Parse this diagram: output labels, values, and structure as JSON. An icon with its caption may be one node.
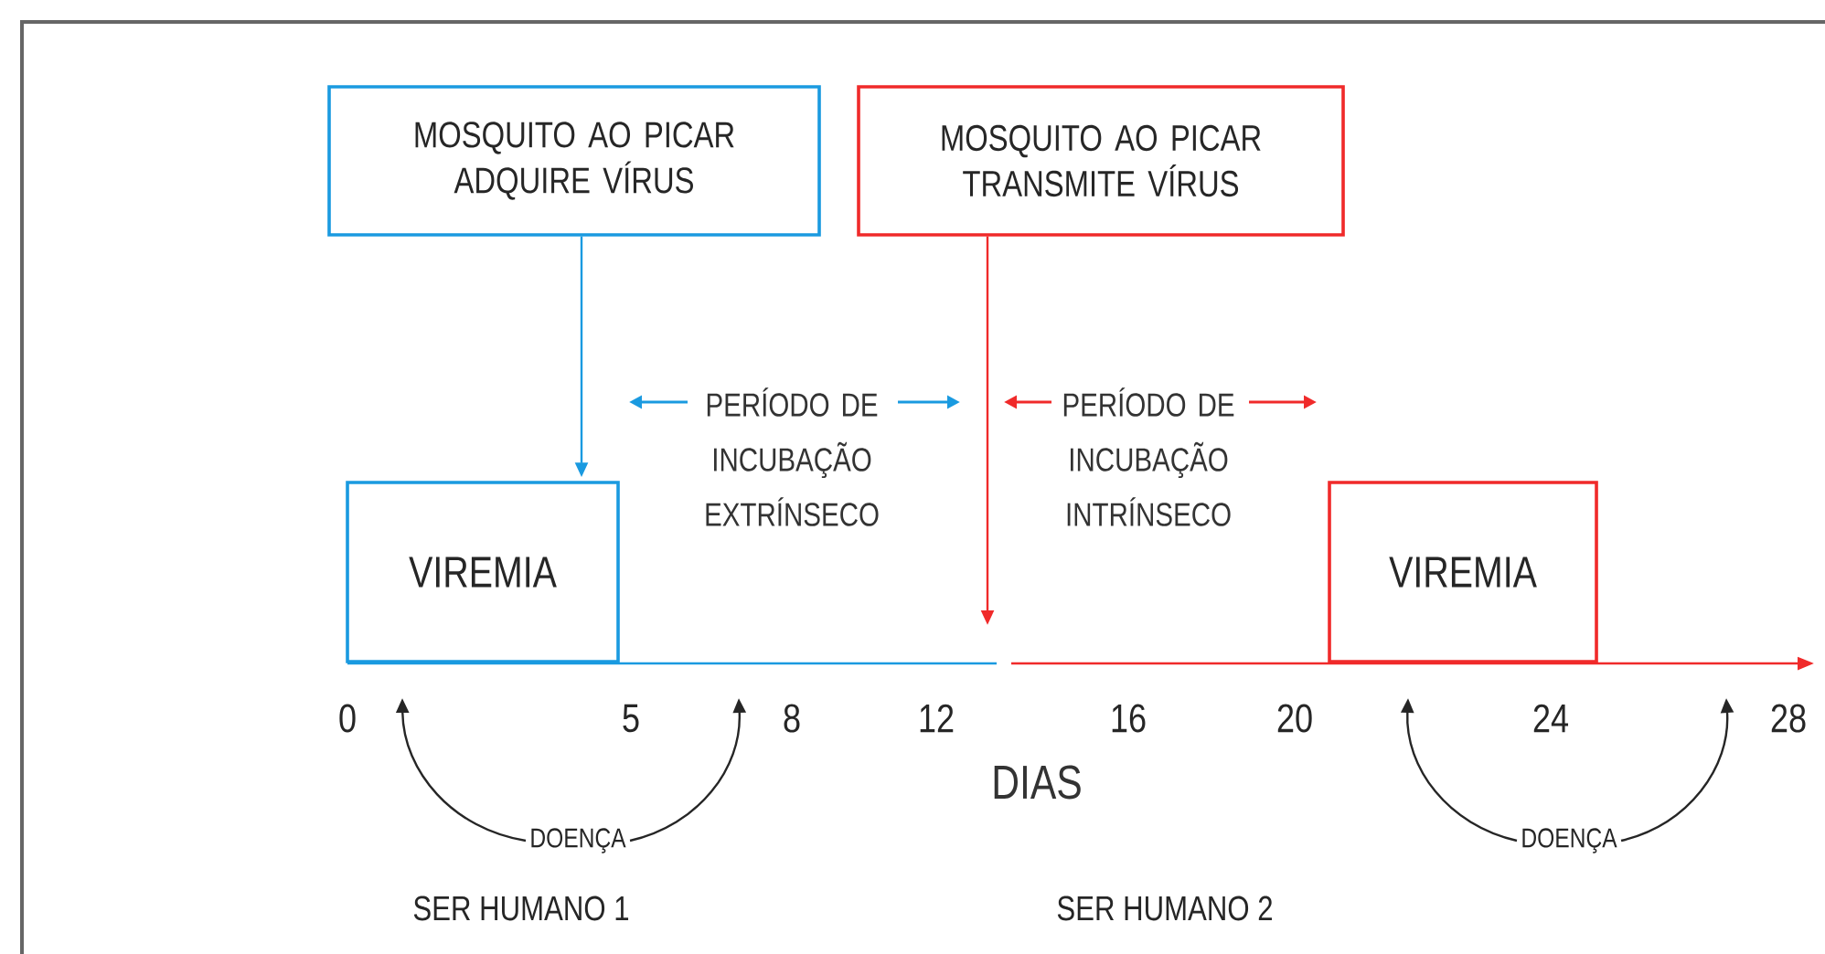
{
  "diagram": {
    "nodes": [
      {
        "text": [
          "MOSQUITO AO PICAR ADQUIRE VÍRUS"
        ]
      },
      {
        "text": [
          "MOSQUITO AO PICAR TRANSMITE VÍRUS"
        ]
      },
      {
        "text": [
          "VIREMIA"
        ]
      },
      {
        "text": [
          "VIREMIA"
        ]
      },
      {
        "text": [
          "DOENÇA"
        ]
      },
      {
        "text": [
          "DOENÇA"
        ]
      }
    ],
    "edges": [
      {
        "from": 0,
        "to": 2,
        "arrow": "to",
        "color": "#1a9ae0"
      },
      {
        "from": 1,
        "to": null,
        "arrow": "to",
        "color": "#f02a2a"
      },
      {
        "from": 4,
        "to": null,
        "arrow": "to"
      },
      {
        "from": 4,
        "to": null,
        "arrow": "to"
      },
      {
        "from": 5,
        "to": null,
        "arrow": "to"
      },
      {
        "from": 5,
        "to": null,
        "arrow": "to"
      }
    ],
    "labels": [
      "PERÍODO DE INCUBAÇÃO EXTRÍNSECO",
      "PERÍODO DE INCUBAÇÃO INTRÍNSECO",
      "0",
      "5",
      "8",
      "12",
      "16",
      "20",
      "24",
      "28",
      "DIAS",
      "SER HUMANO 1",
      "SER HUMANO 2"
    ]
  }
}
